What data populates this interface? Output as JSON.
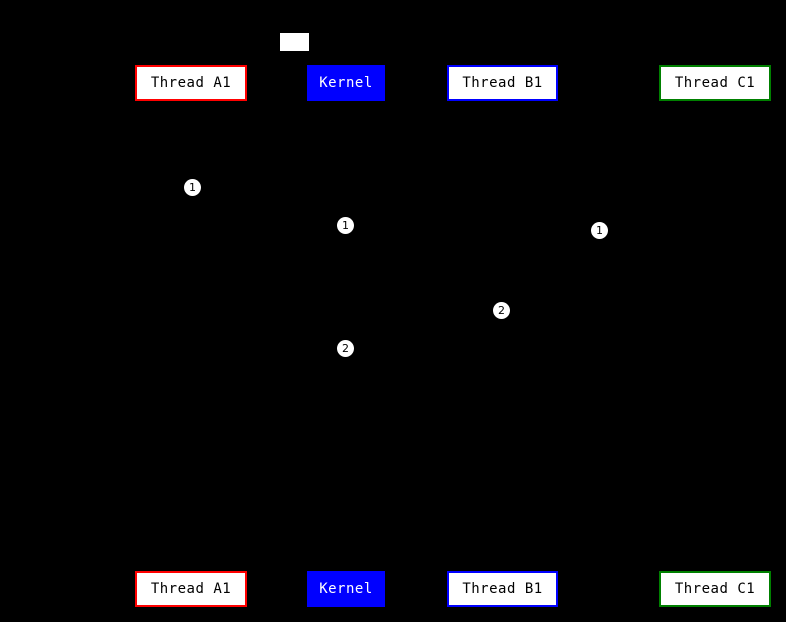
{
  "diagram": {
    "type": "sequence-diagram",
    "background": "#000000"
  },
  "participants": [
    {
      "label": "Thread A1",
      "fill": "#FFFFFF",
      "border": "#FF0000",
      "text": "#000000"
    },
    {
      "label": "Kernel",
      "fill": "#0000FF",
      "border": "#0000FF",
      "text": "#FFFFFF"
    },
    {
      "label": "Thread B1",
      "fill": "#FFFFFF",
      "border": "#0000FF",
      "text": "#000000"
    },
    {
      "label": "Thread C1",
      "fill": "#FFFFFF",
      "border": "#008000",
      "text": "#000000"
    }
  ],
  "markers": [
    {
      "label": "1"
    },
    {
      "label": "1"
    },
    {
      "label": "1"
    },
    {
      "label": "2"
    },
    {
      "label": "2"
    }
  ],
  "marker_style": {
    "fill": "#FFFFFF",
    "text": "#000000"
  }
}
